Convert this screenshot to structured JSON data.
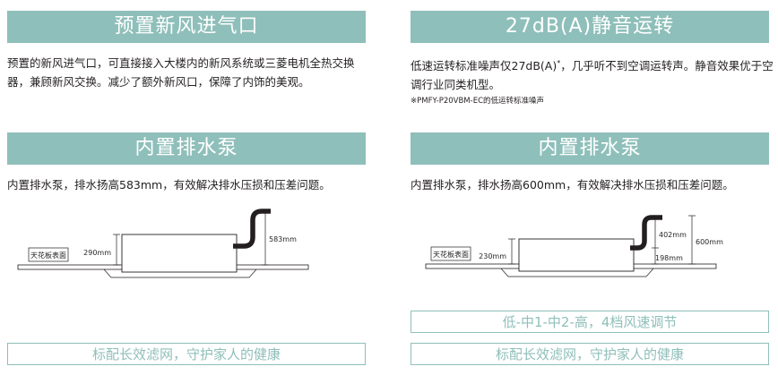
{
  "left": {
    "fresh_air": {
      "title": "预置新风进气口",
      "body": "预置的新风进气口，可直接接入大楼内的新风系统或三菱电机全热交换器，兼顾新风交换。减少了额外新风口，保障了内饰的美观。"
    },
    "pump": {
      "title": "内置排水泵",
      "body": "内置排水泵，排水扬高583mm，有效解决排水压损和压差问题。",
      "ceiling_label": "天花板表面",
      "dim_unit_height": "290mm",
      "dim_lift": "583mm"
    },
    "filter_bar": "标配长效滤网，守护家人的健康"
  },
  "right": {
    "quiet": {
      "title": "27dB(A)静音运转",
      "body_part1": "低速运转标准噪声仅27dB(A)",
      "body_sup": "*",
      "body_part2": "，几乎听不到空调运转声。静音效果优于空调行业同类机型。",
      "note": "※PMFY-P20VBM-EC的低运转标准噪声"
    },
    "pump": {
      "title": "内置排水泵",
      "body": "内置排水泵，排水扬高600mm，有效解决排水压损和压差问题。",
      "ceiling_label": "天花板表面",
      "dim_unit_height": "230mm",
      "dim_upper": "402mm",
      "dim_lower": "198mm",
      "dim_total": "600mm"
    },
    "speed_bar": "低-中1-中2-高，4档风速调节",
    "filter_bar": "标配长效滤网，守护家人的健康"
  }
}
